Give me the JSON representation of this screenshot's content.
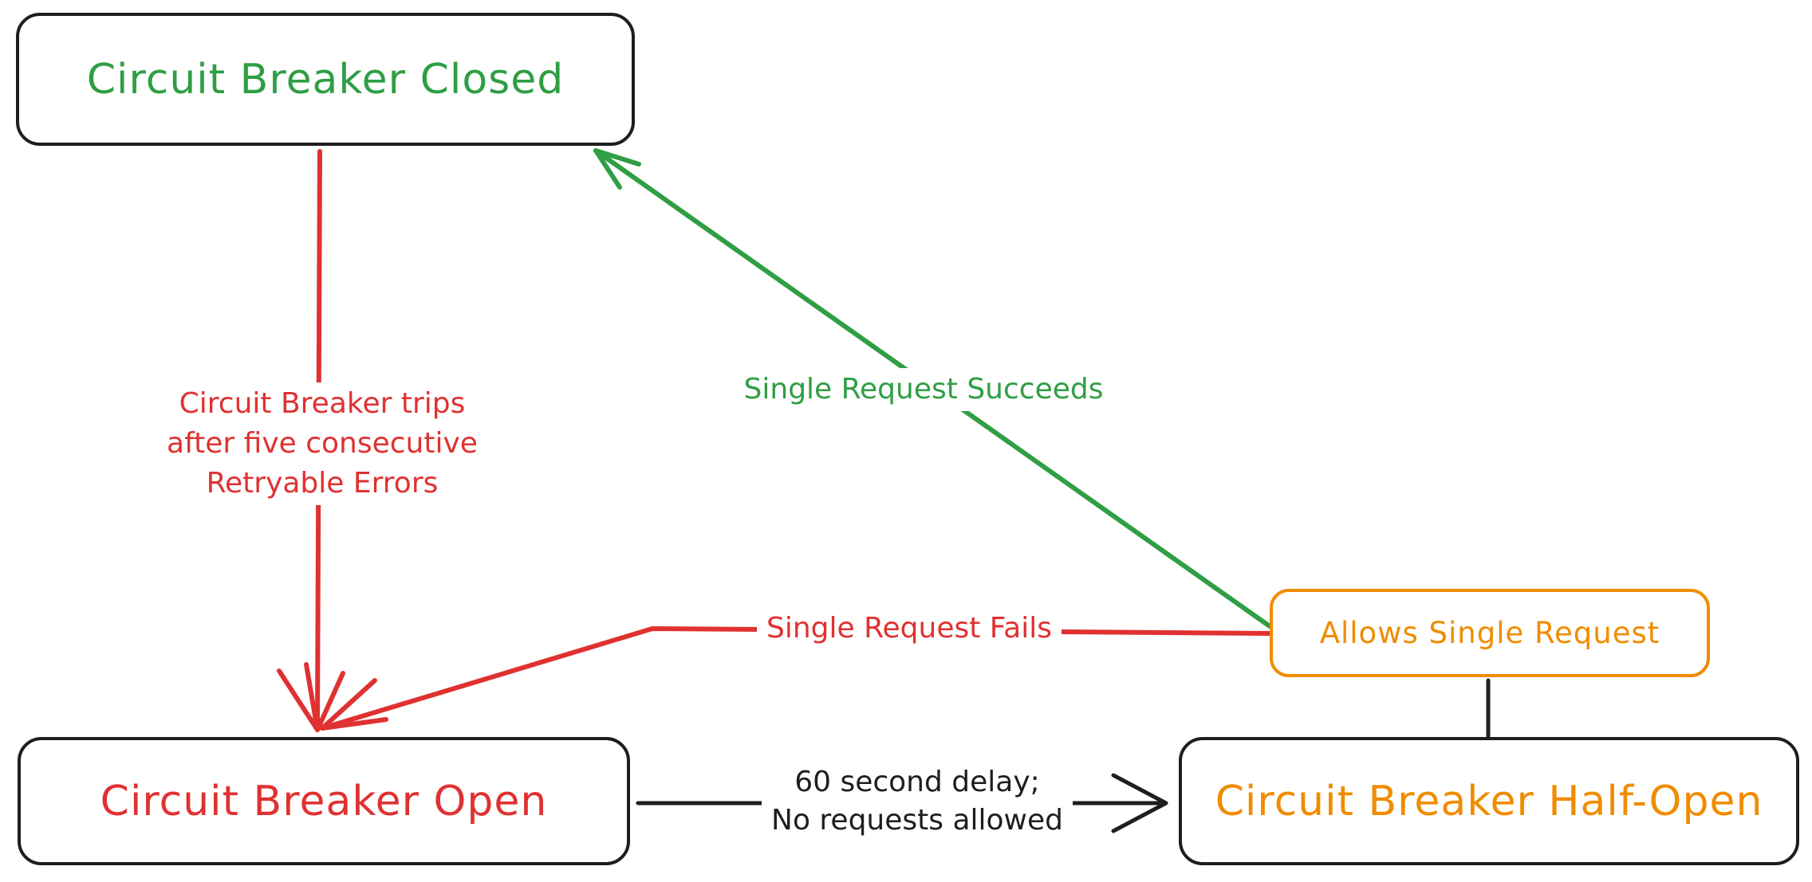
{
  "diagram": {
    "nodes": {
      "closed": {
        "label": "Circuit Breaker Closed",
        "color": "#2f9e44"
      },
      "open": {
        "label": "Circuit Breaker Open",
        "color": "#e03131"
      },
      "half_open": {
        "label": "Circuit Breaker Half-Open",
        "color": "#f08c00"
      },
      "allows": {
        "label": "Allows Single Request",
        "color": "#f08c00",
        "border_color": "#f08c00"
      }
    },
    "edges": {
      "trips": {
        "label": "Circuit Breaker trips\nafter five consecutive\nRetryable Errors",
        "color": "#e03131",
        "from": "closed",
        "to": "open"
      },
      "succeeds": {
        "label": "Single Request Succeeds",
        "color": "#2f9e44",
        "from": "allows",
        "to": "closed"
      },
      "fails": {
        "label": "Single Request Fails",
        "color": "#e03131",
        "from": "allows",
        "to": "open"
      },
      "delay": {
        "label": "60 second delay;\nNo requests allowed",
        "color": "#1e1e1e",
        "from": "open",
        "to": "half_open"
      },
      "link": {
        "label": "",
        "color": "#1e1e1e",
        "from": "half_open",
        "to": "allows"
      }
    }
  },
  "colors": {
    "ink": "#1e1e1e",
    "red": "#e03131",
    "green": "#2f9e44",
    "orange": "#f08c00",
    "bg": "#ffffff"
  }
}
